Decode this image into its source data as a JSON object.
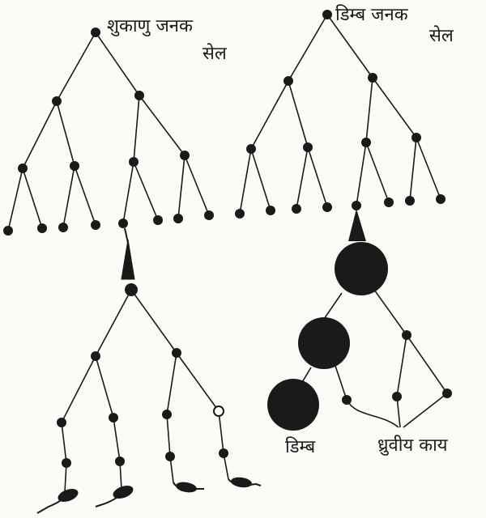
{
  "labels": {
    "sperm_line_1": "शुकाणु जनक",
    "sperm_line_2": "सेल",
    "egg_line_1": "डिम्ब जनक",
    "egg_line_2": "सेल",
    "ovum": "डिम्ब",
    "polar_bodies": "ध्रुवीय काय"
  },
  "colors": {
    "ink": "#1a1a1a",
    "paper": "#fbfbf8"
  }
}
